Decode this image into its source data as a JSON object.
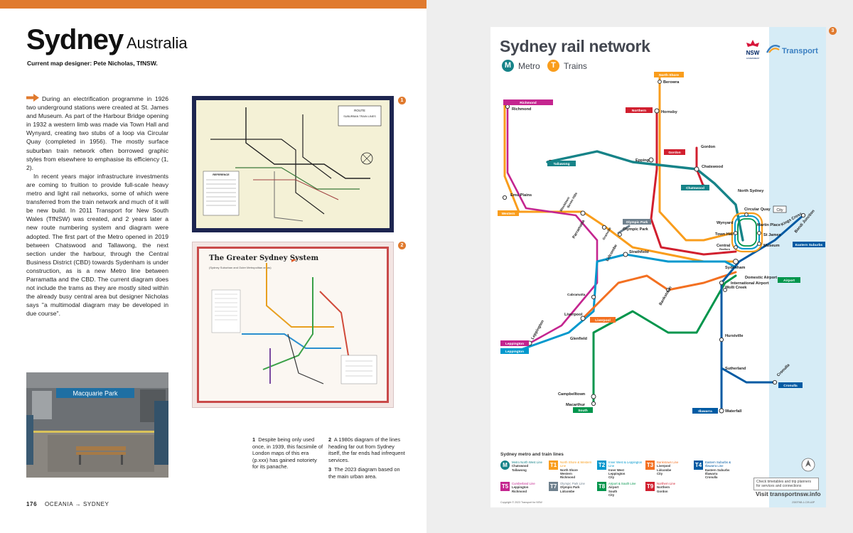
{
  "page": {
    "title": "Sydney",
    "subtitle": "Australia",
    "designer": "Current map designer:  Pete Nicholas, TfNSW.",
    "body_p1": "During an electrification programme in 1926 two underground stations were created at St. James and Museum. As part of the Harbour Bridge opening in 1932 a western limb was made via Town Hall and Wynyard, creating two stubs of a loop via Circular Quay (completed in 1956). The mostly surface suburban train network often borrowed graphic styles from elsewhere to emphasise its efficiency (1, 2).",
    "body_p2": "In recent years major infrastructure investments are coming to fruition to provide full-scale heavy metro and light rail networks, some of which were transferred from the train network and much of it will be new build.  In 2011 Transport for New South Wales (TfNSW) was created, and 2 years later a new route numbering system and diagram were adopted. The first part of the Metro opened in 2019 between Chatswood and Tallawong, the next section under the harbour, through the Central Business District (CBD) towards Sydenham is under construction, as is a new Metro line between Parramatta and the CBD. The current diagram does not include the trams as they are mostly sited within the already busy central area but designer Nicholas says \"a multimodal diagram may be developed in due course\".",
    "photo_sign": "Macquarie Park",
    "fig1_box_title": "ROUTE",
    "fig1_box_text": "SUBURBAN TRAIN LINES",
    "fig1_ref": "REFERENCE",
    "fig2_title": "The Greater Sydney System",
    "fig2_sub": "(Sydney Suburban and Outer Metropolitan areas)",
    "fig_numbers": [
      "1",
      "2",
      "3"
    ],
    "caption1": "Despite being only used once, in 1939, this facsimile of London maps of this era (p.xxx) has gained notoriety for its panache.",
    "caption2": "A 1980s diagram of the lines heading far out from Sydney itself, the far ends had infrequent services.",
    "caption3": "The 2023 diagram based on the main urban area.",
    "footer_page": "176",
    "footer_section": "OCEANIA → SYDNEY"
  },
  "map": {
    "title": "Sydney rail network",
    "mode_metro": "Metro",
    "mode_metro_letter": "M",
    "mode_trains": "Trains",
    "mode_trains_letter": "T",
    "logo_nsw": "NSW",
    "logo_gov": "GOVERNMENT",
    "logo_transport": "Transport",
    "legend_heading": "Sydney metro and train lines",
    "legend": [
      {
        "code": "M",
        "color": "#168388",
        "name": "Metro North West Line",
        "stops": "Chatswood\nTallawong"
      },
      {
        "code": "T1",
        "color": "#f99d1c",
        "name": "North Shore & Western Line",
        "stops": "North Shore\nWestern\nRichmond"
      },
      {
        "code": "T2",
        "color": "#0098cd",
        "name": "Inner West & Leppington Line",
        "stops": "Inner West\nLeppington\nCity"
      },
      {
        "code": "T3",
        "color": "#f37021",
        "name": "Bankstown Line",
        "stops": "Liverpool\nLidcombe\nCity"
      },
      {
        "code": "T4",
        "color": "#005aa3",
        "name": "Eastern Suburbs & Illawarra Line",
        "stops": "Eastern Suburbs\nIllawarra\nCronulla"
      },
      {
        "code": "T5",
        "color": "#c4258f",
        "name": "Cumberland Line",
        "stops": "Leppington\nRichmond"
      },
      {
        "code": "T7",
        "color": "#6f818e",
        "name": "Olympic Park Line",
        "stops": "Olympic Park\nLidcombe"
      },
      {
        "code": "T8",
        "color": "#00954c",
        "name": "Airport & South Line",
        "stops": "Airport\nSouth\nCity"
      },
      {
        "code": "T9",
        "color": "#d11f2f",
        "name": "Northern Line",
        "stops": "Northern\nGordon"
      }
    ],
    "timetable_note": "Check timetables and trip planners\nfor services and connections",
    "visit": "Visit transportnsw.info",
    "copyright": "Copyright © 2023 Transport for NSW",
    "code": "2300TNB-1-C09-A3P",
    "labels": {
      "berowra": "Berowra",
      "hornsby": "Hornsby",
      "richmond": "Richmond",
      "epping": "Epping",
      "chatswood": "Chatswood",
      "gordon": "Gordon",
      "tallawong": "Tallawong",
      "emu_plains": "Emu Plains",
      "parramatta": "Parramatta",
      "central": "Central",
      "wynyard": "Wynyard",
      "town_hall": "Town Hall",
      "museum": "Museum",
      "st_james": "St James",
      "circular_quay": "Circular Quay",
      "martin_place": "Martin Place",
      "kings_cross": "Kings Cross",
      "bondi_junction": "Bondi Junction",
      "lidcombe": "Lidcombe",
      "strathfield": "Strathfield",
      "olympic_park": "Olympic Park",
      "liverpool": "Liverpool",
      "glenfield": "Glenfield",
      "leppington": "Leppington",
      "campbelltown": "Campbelltown",
      "macarthur": "Macarthur",
      "sydenham": "Sydenham",
      "wolli_creek": "Wolli Creek",
      "hurstville": "Hurstville",
      "sutherland": "Sutherland",
      "cronulla": "Cronulla",
      "waterfall": "Waterfall",
      "domestic_airport": "Domestic Airport",
      "international_airport": "International Airport",
      "north_sydney": "North Sydney",
      "city": "City",
      "bankstown": "Bankstown",
      "redfern": "Redfern",
      "blacktown": "Blacktown",
      "seven_hills": "Seven Hills",
      "cabramatta": "Cabramatta",
      "granville": "Granville"
    },
    "tags": {
      "t1_north_shore": "North Shore",
      "t1_richmond": "Richmond",
      "t9_northern": "Northern",
      "t9_gordon": "Gordon",
      "t1_western": "Western",
      "t4_eastern_suburbs": "Eastern Suburbs",
      "t4_cronulla": "Cronulla",
      "t4_illawarra": "Illawarra",
      "t8_south": "South",
      "t8_airport": "Airport",
      "t5_leppington": "Leppington",
      "t2_leppington": "Leppington",
      "t3_liverpool": "Liverpool",
      "m_tallawong": "Tallawong",
      "m_chatswood": "Chatswood",
      "t7_olympic_park": "Olympic Park"
    }
  }
}
